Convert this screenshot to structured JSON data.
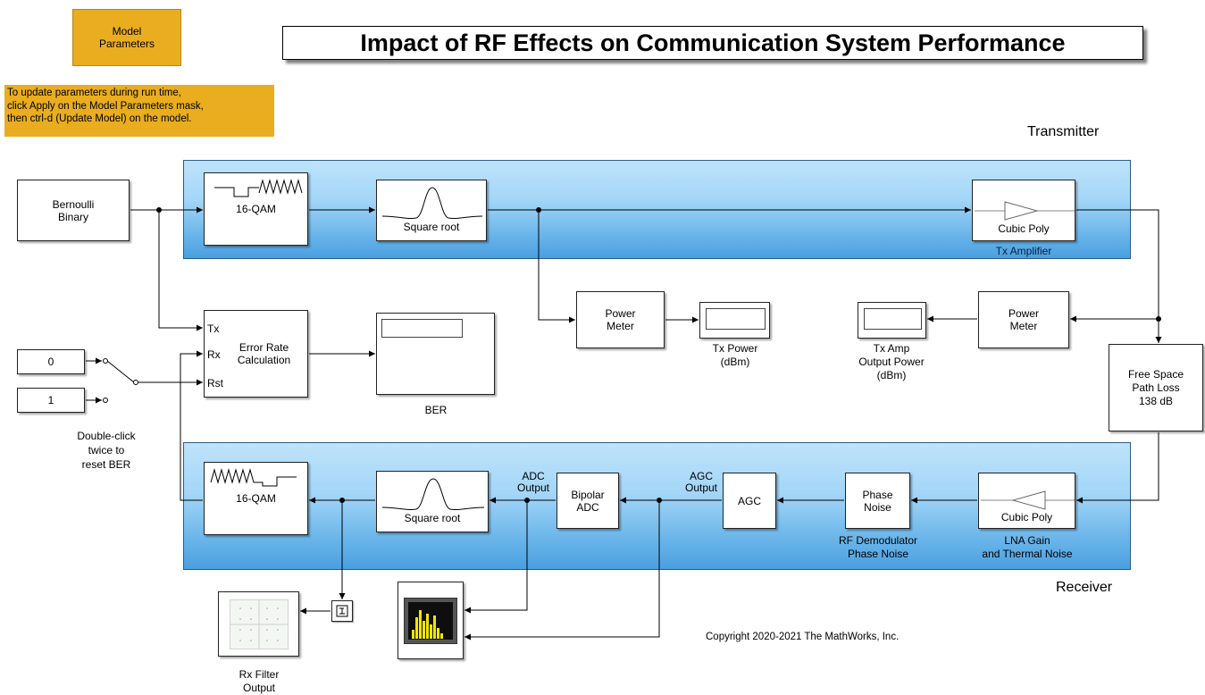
{
  "title": "Impact of RF Effects on Communication System Performance",
  "model_parameters": {
    "line1": "Model",
    "line2": "Parameters"
  },
  "note": {
    "line1": "To update parameters during run time,",
    "line2": "click Apply on the Model Parameters mask,",
    "line3": "then ctrl-d (Update Model) on the model."
  },
  "transmitter_label": "Transmitter",
  "receiver_label": "Receiver",
  "blocks": {
    "bernoulli": {
      "line1": "Bernoulli",
      "line2": "Binary"
    },
    "tx_qam": "16-QAM",
    "tx_sqrt": "Square root",
    "tx_amp": {
      "inner": "Cubic Poly",
      "caption": "Tx Amplifier"
    },
    "power_meter_tx": {
      "line1": "Power",
      "line2": "Meter"
    },
    "power_meter_amp": {
      "line1": "Power",
      "line2": "Meter"
    },
    "tx_power_display": {
      "line1": "Tx Power",
      "line2": "(dBm)"
    },
    "tx_amp_display": {
      "line1": "Tx Amp",
      "line2": "Output Power",
      "line3": "(dBm)"
    },
    "error_rate": {
      "port_tx": "Tx",
      "port_rx": "Rx",
      "port_rst": "Rst",
      "line1": "Error Rate",
      "line2": "Calculation"
    },
    "ber": "BER",
    "const0": "0",
    "const1": "1",
    "reset_note": {
      "line1": "Double-click",
      "line2": "twice to",
      "line3": "reset BER"
    },
    "free_space": {
      "line1": "Free Space",
      "line2": "Path Loss",
      "line3": "138 dB"
    },
    "lna": {
      "inner": "Cubic Poly",
      "caption1": "LNA Gain",
      "caption2": "and Thermal Noise"
    },
    "phase_noise": {
      "line1": "Phase",
      "line2": "Noise",
      "caption1": "RF Demodulator",
      "caption2": "Phase Noise"
    },
    "agc": "AGC",
    "agc_output": {
      "line1": "AGC",
      "line2": "Output"
    },
    "bipolar_adc": {
      "line1": "Bipolar",
      "line2": "ADC"
    },
    "adc_output": {
      "line1": "ADC",
      "line2": "Output"
    },
    "rx_sqrt": "Square root",
    "rx_qam": "16-QAM",
    "rx_filter_output": {
      "line1": "Rx Filter",
      "line2": "Output"
    }
  },
  "copyright": "Copyright 2020-2021 The MathWorks, Inc.",
  "colors": {
    "subsystem_top": "#bfe3fb",
    "subsystem_bottom": "#4a9fe0",
    "mask_button": "#e9ad1f",
    "histogram_bars": "#f2e600"
  }
}
